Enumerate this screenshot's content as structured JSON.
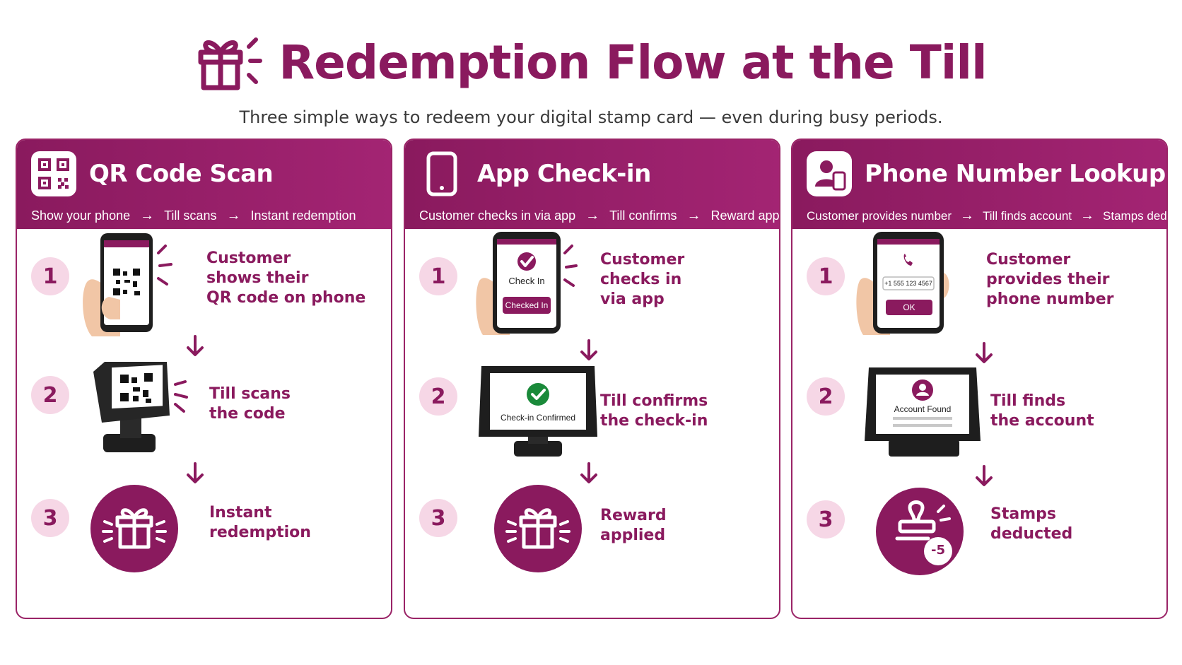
{
  "header": {
    "title": "Redemption Flow at the Till",
    "subtitle": "Three simple ways to redeem your digital stamp card — even during busy periods.",
    "icon": "gift-icon"
  },
  "colors": {
    "brand": "#8a1a5e",
    "brand_light": "#f6d7e6",
    "check_green": "#1a8a3a"
  },
  "cards": [
    {
      "title": "QR Code Scan",
      "icon": "qr-code-icon",
      "flow": [
        "Show your phone",
        "Till scans",
        "Instant redemption"
      ],
      "steps": [
        {
          "num": "1",
          "label": "Customer\nshows their\nQR code on phone",
          "illustration": "phone-qr-icon"
        },
        {
          "num": "2",
          "label": "Till scans\nthe code",
          "illustration": "scanner-qr-icon"
        },
        {
          "num": "3",
          "label": "Instant\nredemption",
          "illustration": "gift-icon"
        }
      ]
    },
    {
      "title": "App Check-in",
      "icon": "smartphone-icon",
      "flow": [
        "Customer checks in via app",
        "Till confirms",
        "Reward applied"
      ],
      "phone_screen": {
        "check_in": "Check In",
        "checked_in": "Checked In"
      },
      "till_screen": "Check-in Confirmed",
      "steps": [
        {
          "num": "1",
          "label": "Customer\nchecks in\nvia app",
          "illustration": "phone-checkin-icon"
        },
        {
          "num": "2",
          "label": "Till confirms\nthe check-in",
          "illustration": "till-confirmed-icon"
        },
        {
          "num": "3",
          "label": "Reward\napplied",
          "illustration": "gift-icon"
        }
      ]
    },
    {
      "title": "Phone Number Lookup",
      "icon": "user-phone-icon",
      "flow": [
        "Customer provides number",
        "Till finds account",
        "Stamps deducted"
      ],
      "phone_screen": {
        "number": "+1 555 123 4567",
        "ok": "OK"
      },
      "till_screen": "Account Found",
      "stamp_badge": "-5",
      "steps": [
        {
          "num": "1",
          "label": "Customer\nprovides their\nphone number",
          "illustration": "phone-number-icon"
        },
        {
          "num": "2",
          "label": "Till finds\nthe account",
          "illustration": "till-account-icon"
        },
        {
          "num": "3",
          "label": "Stamps\ndeducted",
          "illustration": "stamp-icon"
        }
      ]
    }
  ]
}
